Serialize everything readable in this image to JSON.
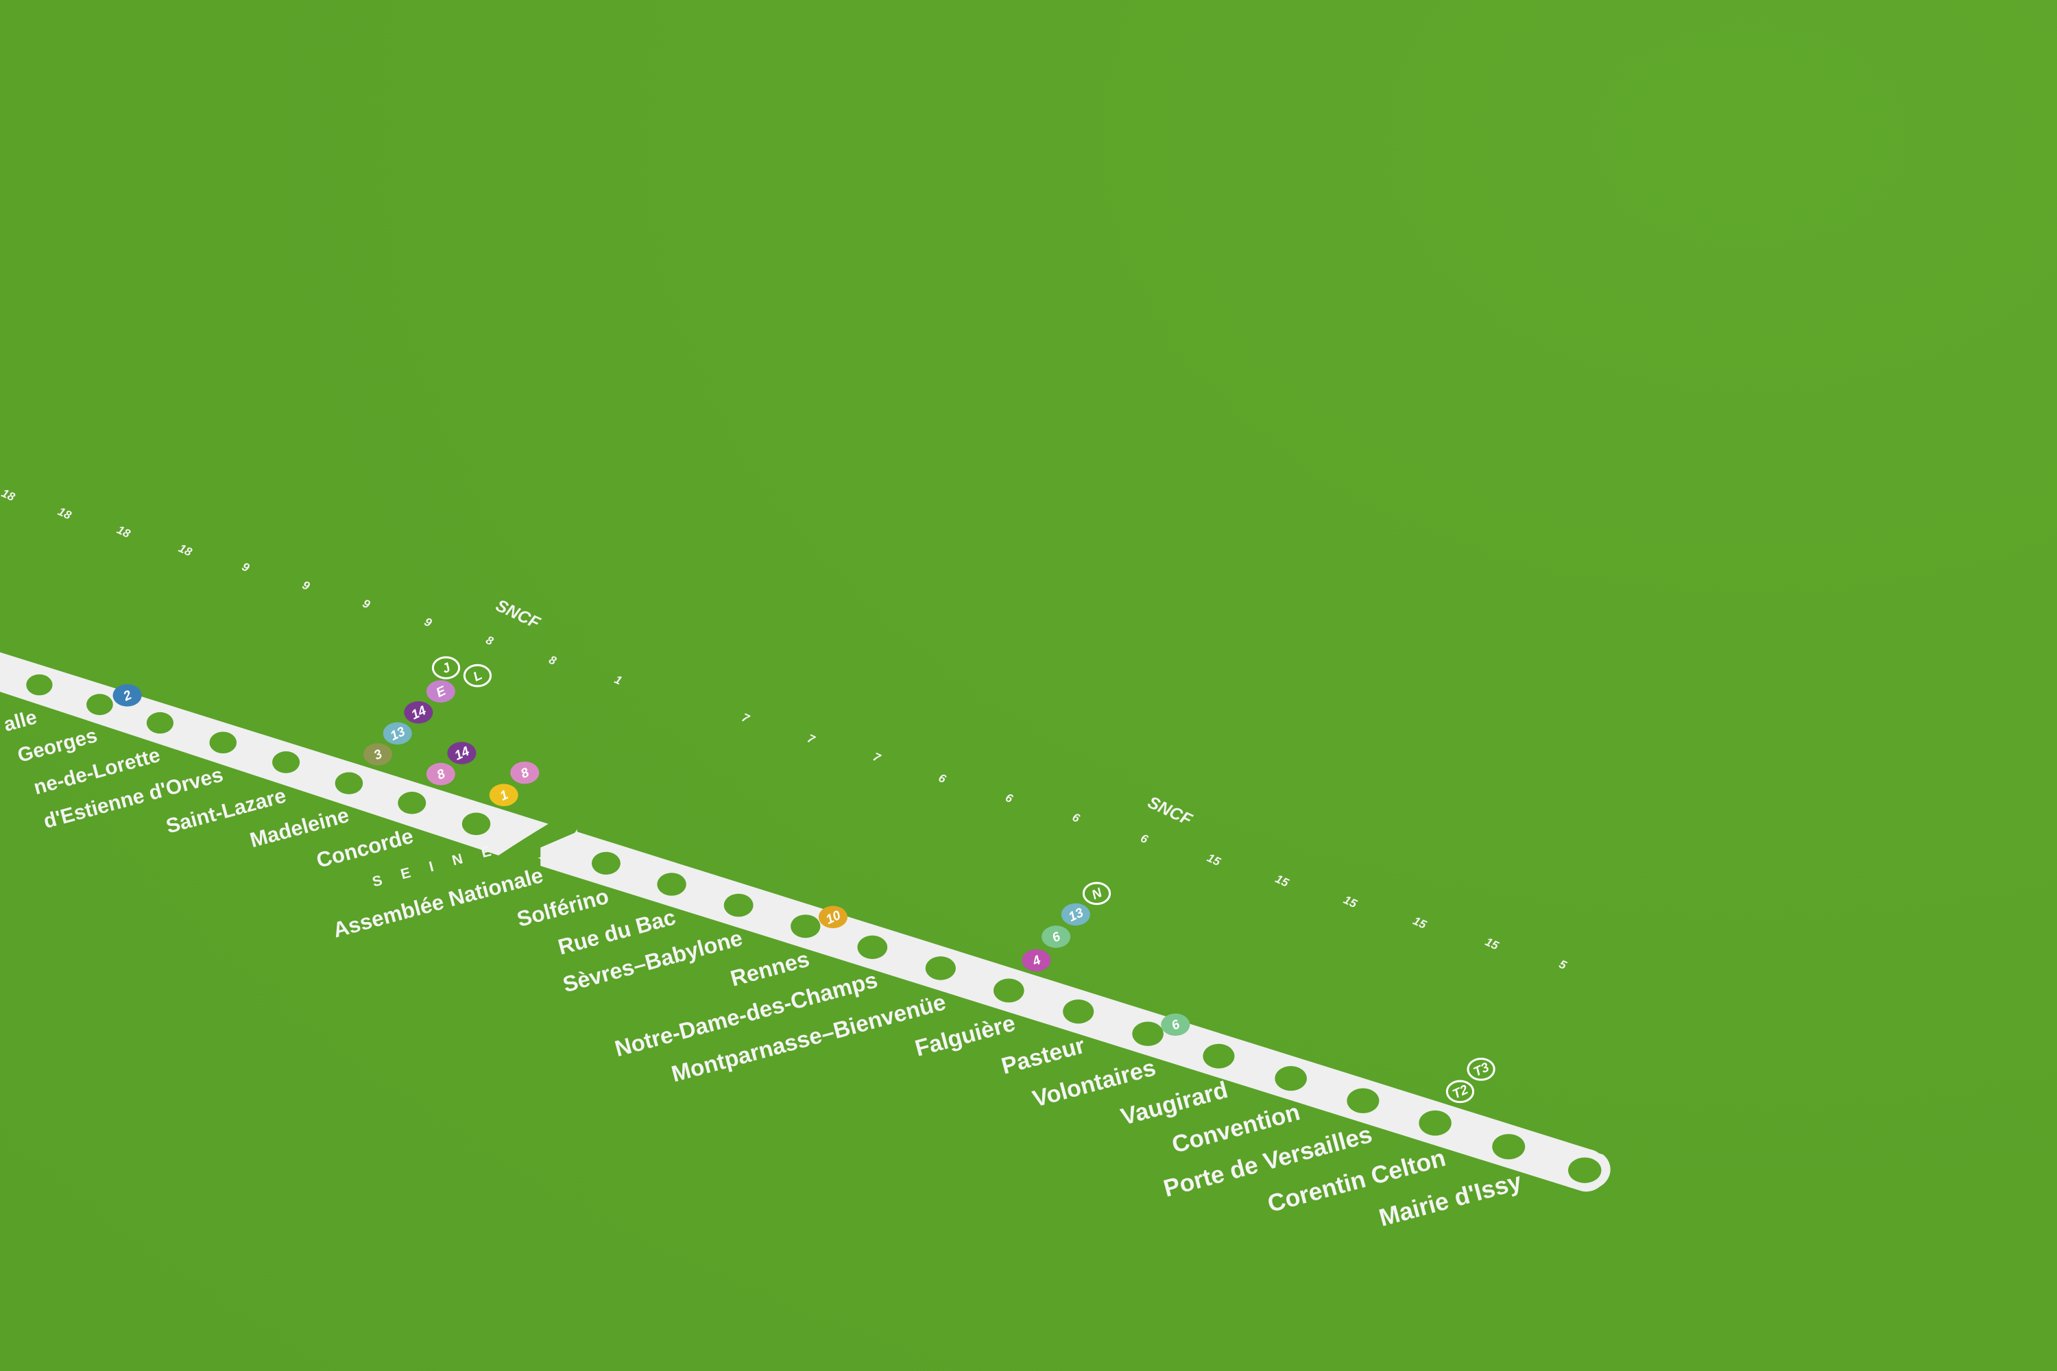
{
  "line": {
    "color": "#efefef",
    "background": "#5ba329"
  },
  "stations": [
    {
      "name": "",
      "connections": []
    },
    {
      "name": "alle",
      "connections": [
        {
          "label": "2",
          "color": "#3b7fb8"
        }
      ]
    },
    {
      "name": "Georges",
      "connections": []
    },
    {
      "name": "ne-de-Lorette",
      "connections": []
    },
    {
      "name": "d'Estienne d'Orves",
      "connections": []
    },
    {
      "name": "Saint-Lazare",
      "connections": [
        {
          "label": "3",
          "color": "#8f9650"
        },
        {
          "label": "13",
          "color": "#74b5c6"
        },
        {
          "label": "14",
          "color": "#7a3990"
        },
        {
          "label": "E",
          "color": "#c682cc"
        },
        {
          "label": "J",
          "color": "outline"
        },
        {
          "label": "L",
          "color": "outline"
        }
      ]
    },
    {
      "name": "Madeleine",
      "connections": [
        {
          "label": "8",
          "color": "#d98ac4"
        },
        {
          "label": "14",
          "color": "#7a3990"
        }
      ]
    },
    {
      "name": "Concorde",
      "connections": [
        {
          "label": "1",
          "color": "#efc11f"
        },
        {
          "label": "8",
          "color": "#d98ac4"
        }
      ]
    },
    {
      "name": "Assemblée Nationale",
      "connections": []
    },
    {
      "name": "Solférino",
      "connections": []
    },
    {
      "name": "Rue du Bac",
      "connections": []
    },
    {
      "name": "Sèvres–Babylone",
      "connections": [
        {
          "label": "10",
          "color": "#e0a623"
        }
      ]
    },
    {
      "name": "Rennes",
      "connections": []
    },
    {
      "name": "Notre-Dame-des-Champs",
      "connections": []
    },
    {
      "name": "Montparnasse–Bienvenüe",
      "connections": [
        {
          "label": "4",
          "color": "#bd4fae"
        },
        {
          "label": "6",
          "color": "#7cc68f"
        },
        {
          "label": "13",
          "color": "#74b5c6"
        },
        {
          "label": "N",
          "color": "outline"
        }
      ]
    },
    {
      "name": "Falguière",
      "connections": []
    },
    {
      "name": "Pasteur",
      "connections": [
        {
          "label": "6",
          "color": "#7cc68f"
        }
      ]
    },
    {
      "name": "Volontaires",
      "connections": []
    },
    {
      "name": "Vaugirard",
      "connections": []
    },
    {
      "name": "Convention",
      "connections": []
    },
    {
      "name": "Porte de Versailles",
      "connections": [
        {
          "label": "T2",
          "color": "outline"
        },
        {
          "label": "T3",
          "color": "outline"
        }
      ]
    },
    {
      "name": "Corentin Celton",
      "connections": []
    },
    {
      "name": "Mairie d'Issy",
      "connections": []
    }
  ],
  "travel_times": [
    "18",
    "18",
    "18",
    "18",
    "9",
    "9",
    "9",
    "9",
    "8",
    "8",
    "1",
    "7",
    "7",
    "7",
    "6",
    "6",
    "6",
    "6",
    "15",
    "15",
    "15",
    "15",
    "15",
    "5"
  ],
  "sncf_labels": [
    "SNCF",
    "SNCF"
  ],
  "river": "S E I N E"
}
